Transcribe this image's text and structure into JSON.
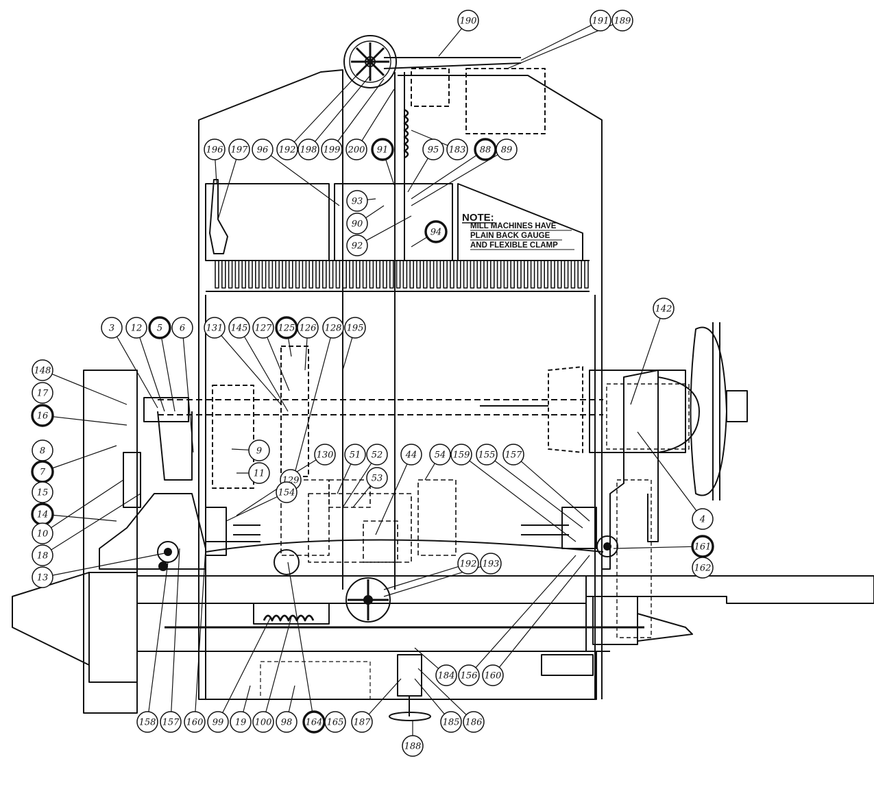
{
  "note": {
    "heading": "NOTE:",
    "lines": [
      "MILL MACHINES HAVE",
      "PLAIN BACK GAUGE",
      "AND FLEXIBLE CLAMP"
    ]
  },
  "colors": {
    "ink": "#111111",
    "paper": "#ffffff"
  },
  "callouts": [
    {
      "id": "c190",
      "label": "190",
      "bold": false
    },
    {
      "id": "c191",
      "label": "191",
      "bold": false
    },
    {
      "id": "c189",
      "label": "189",
      "bold": false
    },
    {
      "id": "c196",
      "label": "196",
      "bold": false
    },
    {
      "id": "c197",
      "label": "197",
      "bold": false
    },
    {
      "id": "c96",
      "label": "96",
      "bold": false
    },
    {
      "id": "c192a",
      "label": "192",
      "bold": false
    },
    {
      "id": "c198",
      "label": "198",
      "bold": false
    },
    {
      "id": "c199",
      "label": "199",
      "bold": false
    },
    {
      "id": "c200",
      "label": "200",
      "bold": false
    },
    {
      "id": "c91",
      "label": "91",
      "bold": true
    },
    {
      "id": "c95",
      "label": "95",
      "bold": false
    },
    {
      "id": "c183",
      "label": "183",
      "bold": false
    },
    {
      "id": "c88",
      "label": "88",
      "bold": true
    },
    {
      "id": "c89",
      "label": "89",
      "bold": false
    },
    {
      "id": "c93",
      "label": "93",
      "bold": false
    },
    {
      "id": "c90",
      "label": "90",
      "bold": false
    },
    {
      "id": "c92",
      "label": "92",
      "bold": false
    },
    {
      "id": "c94",
      "label": "94",
      "bold": true
    },
    {
      "id": "c3",
      "label": "3",
      "bold": false
    },
    {
      "id": "c12",
      "label": "12",
      "bold": false
    },
    {
      "id": "c5",
      "label": "5",
      "bold": true
    },
    {
      "id": "c6",
      "label": "6",
      "bold": false
    },
    {
      "id": "c131",
      "label": "131",
      "bold": false
    },
    {
      "id": "c145",
      "label": "145",
      "bold": false
    },
    {
      "id": "c127",
      "label": "127",
      "bold": false
    },
    {
      "id": "c125",
      "label": "125",
      "bold": true
    },
    {
      "id": "c126",
      "label": "126",
      "bold": false
    },
    {
      "id": "c128",
      "label": "128",
      "bold": false
    },
    {
      "id": "c195",
      "label": "195",
      "bold": false
    },
    {
      "id": "c142",
      "label": "142",
      "bold": false
    },
    {
      "id": "c148",
      "label": "148",
      "bold": false
    },
    {
      "id": "c17",
      "label": "17",
      "bold": false
    },
    {
      "id": "c16",
      "label": "16",
      "bold": true
    },
    {
      "id": "c8",
      "label": "8",
      "bold": false
    },
    {
      "id": "c7",
      "label": "7",
      "bold": true
    },
    {
      "id": "c15",
      "label": "15",
      "bold": false
    },
    {
      "id": "c14",
      "label": "14",
      "bold": true
    },
    {
      "id": "c10",
      "label": "10",
      "bold": false
    },
    {
      "id": "c18",
      "label": "18",
      "bold": false
    },
    {
      "id": "c13",
      "label": "13",
      "bold": false
    },
    {
      "id": "c9",
      "label": "9",
      "bold": false
    },
    {
      "id": "c11",
      "label": "11",
      "bold": false
    },
    {
      "id": "c130",
      "label": "130",
      "bold": false
    },
    {
      "id": "c129",
      "label": "129",
      "bold": false
    },
    {
      "id": "c154",
      "label": "154",
      "bold": false
    },
    {
      "id": "c51",
      "label": "51",
      "bold": false
    },
    {
      "id": "c52",
      "label": "52",
      "bold": false
    },
    {
      "id": "c53",
      "label": "53",
      "bold": false
    },
    {
      "id": "c44",
      "label": "44",
      "bold": false
    },
    {
      "id": "c54",
      "label": "54",
      "bold": false
    },
    {
      "id": "c159",
      "label": "159",
      "bold": false
    },
    {
      "id": "c155",
      "label": "155",
      "bold": false
    },
    {
      "id": "c157a",
      "label": "157",
      "bold": false
    },
    {
      "id": "c4",
      "label": "4",
      "bold": false
    },
    {
      "id": "c161",
      "label": "161",
      "bold": true
    },
    {
      "id": "c162",
      "label": "162",
      "bold": false
    },
    {
      "id": "c192b",
      "label": "192",
      "bold": false
    },
    {
      "id": "c193",
      "label": "193",
      "bold": false
    },
    {
      "id": "c184",
      "label": "184",
      "bold": false
    },
    {
      "id": "c156",
      "label": "156",
      "bold": false
    },
    {
      "id": "c160a",
      "label": "160",
      "bold": false
    },
    {
      "id": "c158",
      "label": "158",
      "bold": false
    },
    {
      "id": "c157b",
      "label": "157",
      "bold": false
    },
    {
      "id": "c160b",
      "label": "160",
      "bold": false
    },
    {
      "id": "c99",
      "label": "99",
      "bold": false
    },
    {
      "id": "c19",
      "label": "19",
      "bold": false
    },
    {
      "id": "c100",
      "label": "100",
      "bold": false
    },
    {
      "id": "c98",
      "label": "98",
      "bold": false
    },
    {
      "id": "c164",
      "label": "164",
      "bold": true
    },
    {
      "id": "c165",
      "label": "165",
      "bold": false
    },
    {
      "id": "c187",
      "label": "187",
      "bold": false
    },
    {
      "id": "c185",
      "label": "185",
      "bold": false
    },
    {
      "id": "c186",
      "label": "186",
      "bold": false
    },
    {
      "id": "c188",
      "label": "188",
      "bold": false
    }
  ]
}
